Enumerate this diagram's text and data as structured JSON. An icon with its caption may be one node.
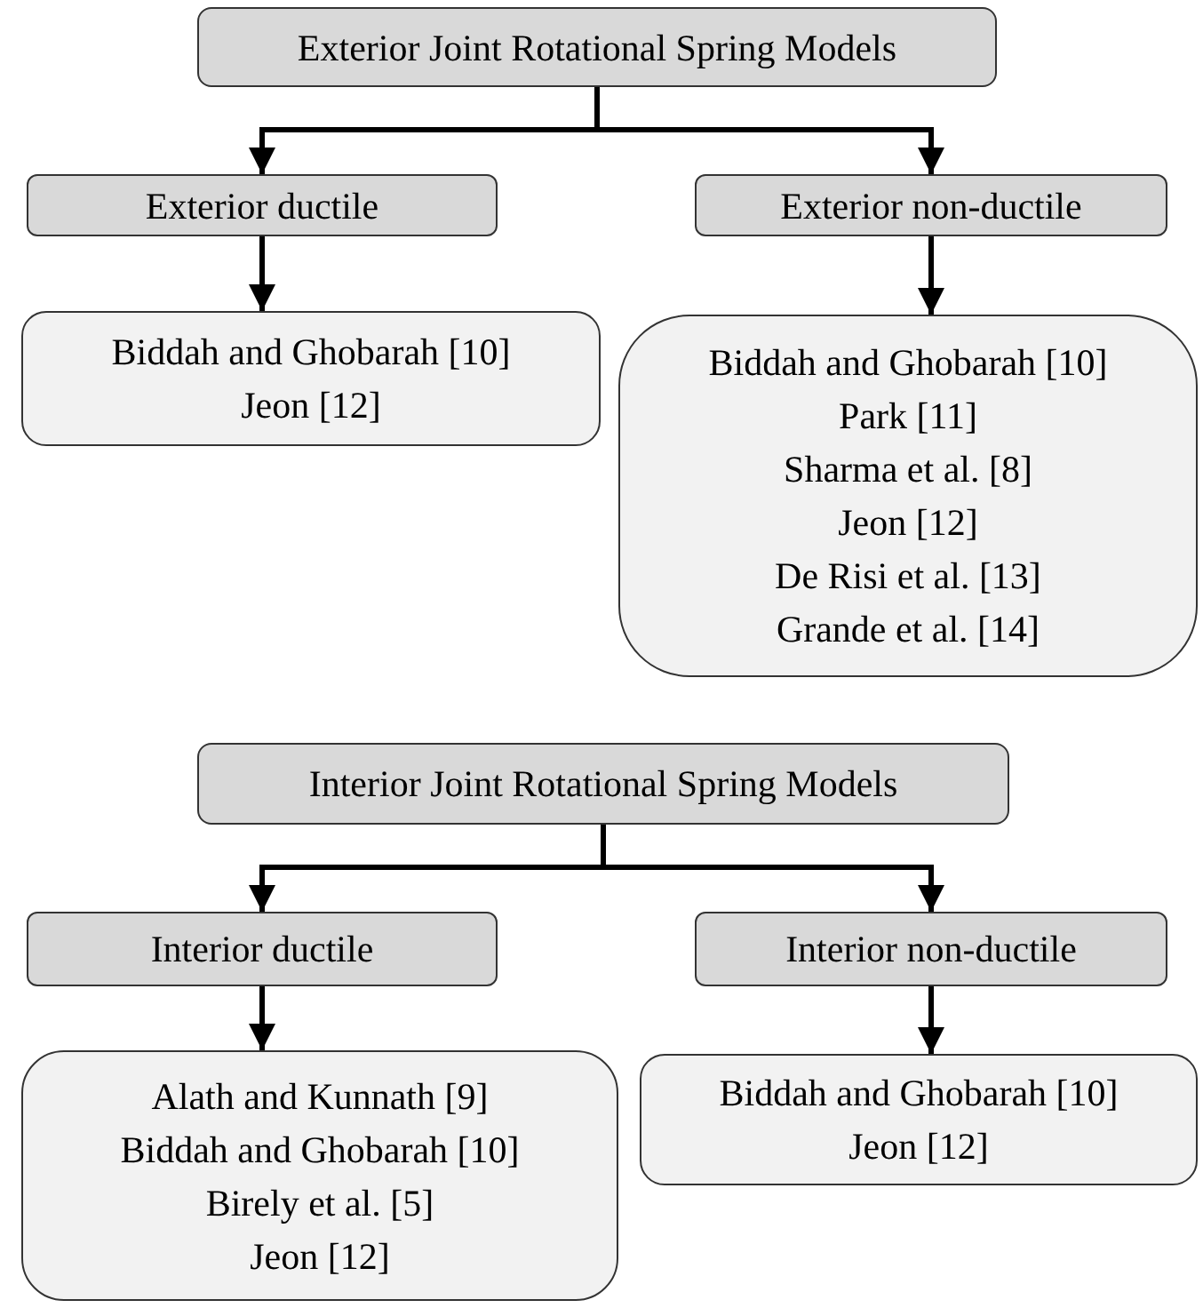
{
  "diagram": {
    "nodes": [
      {
        "text": [
          "Exterior Joint Rotational Spring Models"
        ]
      },
      {
        "text": [
          "Exterior ductile"
        ]
      },
      {
        "text": [
          "Exterior non-ductile"
        ]
      },
      {
        "text": [
          "Biddah and Ghobarah [10]",
          "Jeon [12]"
        ]
      },
      {
        "text": [
          "Biddah and Ghobarah [10]",
          "Park [11]",
          "Sharma et al. [8]",
          "Jeon [12]",
          "De Risi et al. [13]",
          "Grande et al. [14]"
        ]
      },
      {
        "text": [
          "Interior Joint Rotational Spring Models"
        ]
      },
      {
        "text": [
          "Interior ductile"
        ]
      },
      {
        "text": [
          "Interior non-ductile"
        ]
      },
      {
        "text": [
          "Alath and Kunnath [9]",
          "Biddah and Ghobarah [10]",
          "Birely et al. [5]",
          "Jeon [12]"
        ]
      },
      {
        "text": [
          "Biddah and Ghobarah [10]",
          "Jeon [12]"
        ]
      }
    ],
    "edges": [
      {
        "from": 0,
        "to": 1,
        "arrow": "to"
      },
      {
        "from": 0,
        "to": 2,
        "arrow": "to"
      },
      {
        "from": 1,
        "to": 3,
        "arrow": "to"
      },
      {
        "from": 2,
        "to": 4,
        "arrow": "to"
      },
      {
        "from": 5,
        "to": 6,
        "arrow": "to"
      },
      {
        "from": 5,
        "to": 7,
        "arrow": "to"
      },
      {
        "from": 6,
        "to": 8,
        "arrow": "to"
      },
      {
        "from": 7,
        "to": 9,
        "arrow": "to"
      }
    ]
  }
}
